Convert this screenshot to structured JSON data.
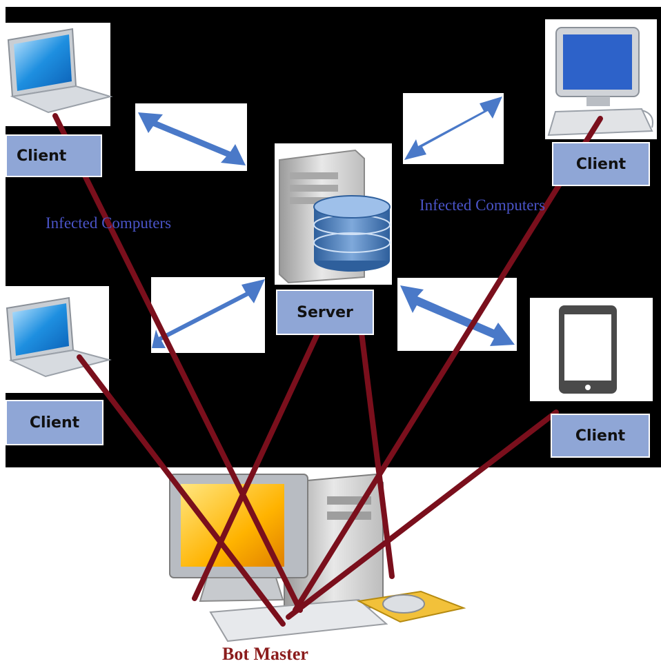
{
  "nodes": {
    "client_top_left": "Client",
    "client_top_right": "Client",
    "client_bottom_left": "Client",
    "client_bottom_right": "Client",
    "server": "Server",
    "bot_master": "Bot Master"
  },
  "captions": {
    "left": "Infected Computers",
    "right": "Infected Computers"
  },
  "colors": {
    "background": "#000000",
    "label_fill": "#8fa6d6",
    "arrow": "#4a79c8",
    "attack_line": "#7a0f1c",
    "caption": "#4a54c8",
    "bot_master_text": "#8b1c1c"
  },
  "icons": [
    "laptop-icon",
    "desktop-monitor-icon",
    "tablet-icon",
    "server-database-icon",
    "bot-master-computer-icon",
    "double-arrow-icon"
  ]
}
